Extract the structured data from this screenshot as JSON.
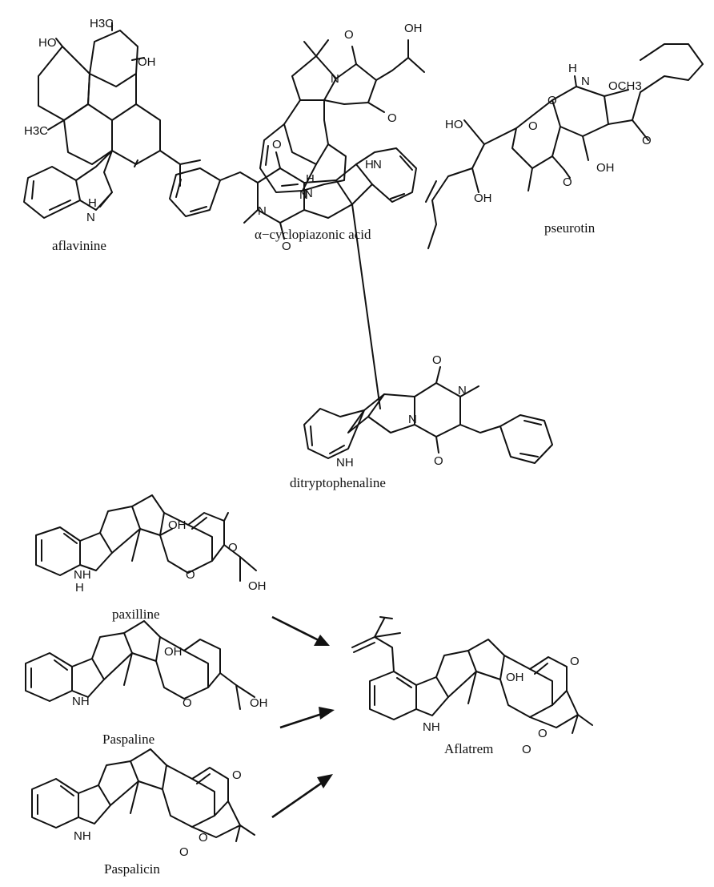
{
  "captions": {
    "aflavinine": "aflavinine",
    "cyclopiazonic": "α−cyclopiazonic acid",
    "pseurotin": "pseurotin",
    "ditryptophenaline": "ditryptophenaline",
    "paxilline": "paxilline",
    "paspaline": "Paspaline",
    "paspalicin": "Paspalicin",
    "aflatrem": "Aflatrem"
  },
  "atoms": {
    "ho": "HO",
    "oh": "OH",
    "h3c": "H3C",
    "h": "H",
    "n": "N",
    "nh": "NH",
    "o": "O",
    "och3": "OCH3"
  },
  "arrows": [
    "paxilline to aflatrem",
    "paspaline to aflatrem",
    "paspalicin to aflatrem"
  ]
}
